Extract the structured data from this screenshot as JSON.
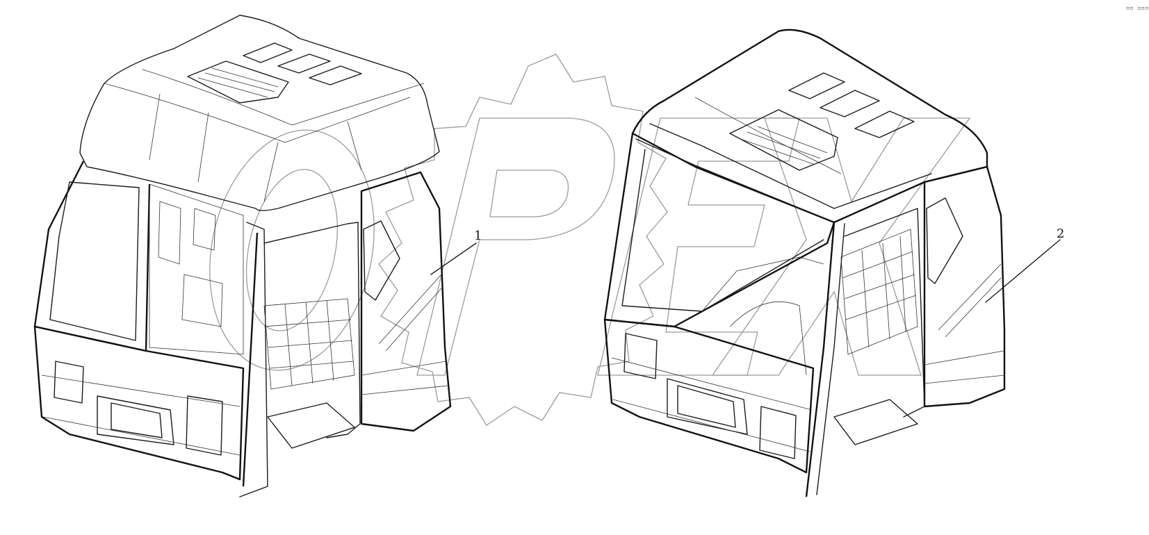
{
  "diagram": {
    "callouts": [
      {
        "id": "1",
        "label": "1"
      },
      {
        "id": "2",
        "label": "2"
      }
    ],
    "corner_mark": "▫▫ ▫▫▫",
    "watermark_text": "OPEX",
    "colors": {
      "line": "#1a1a1a",
      "watermark": "#9a9a9a",
      "background": "#ffffff"
    }
  }
}
